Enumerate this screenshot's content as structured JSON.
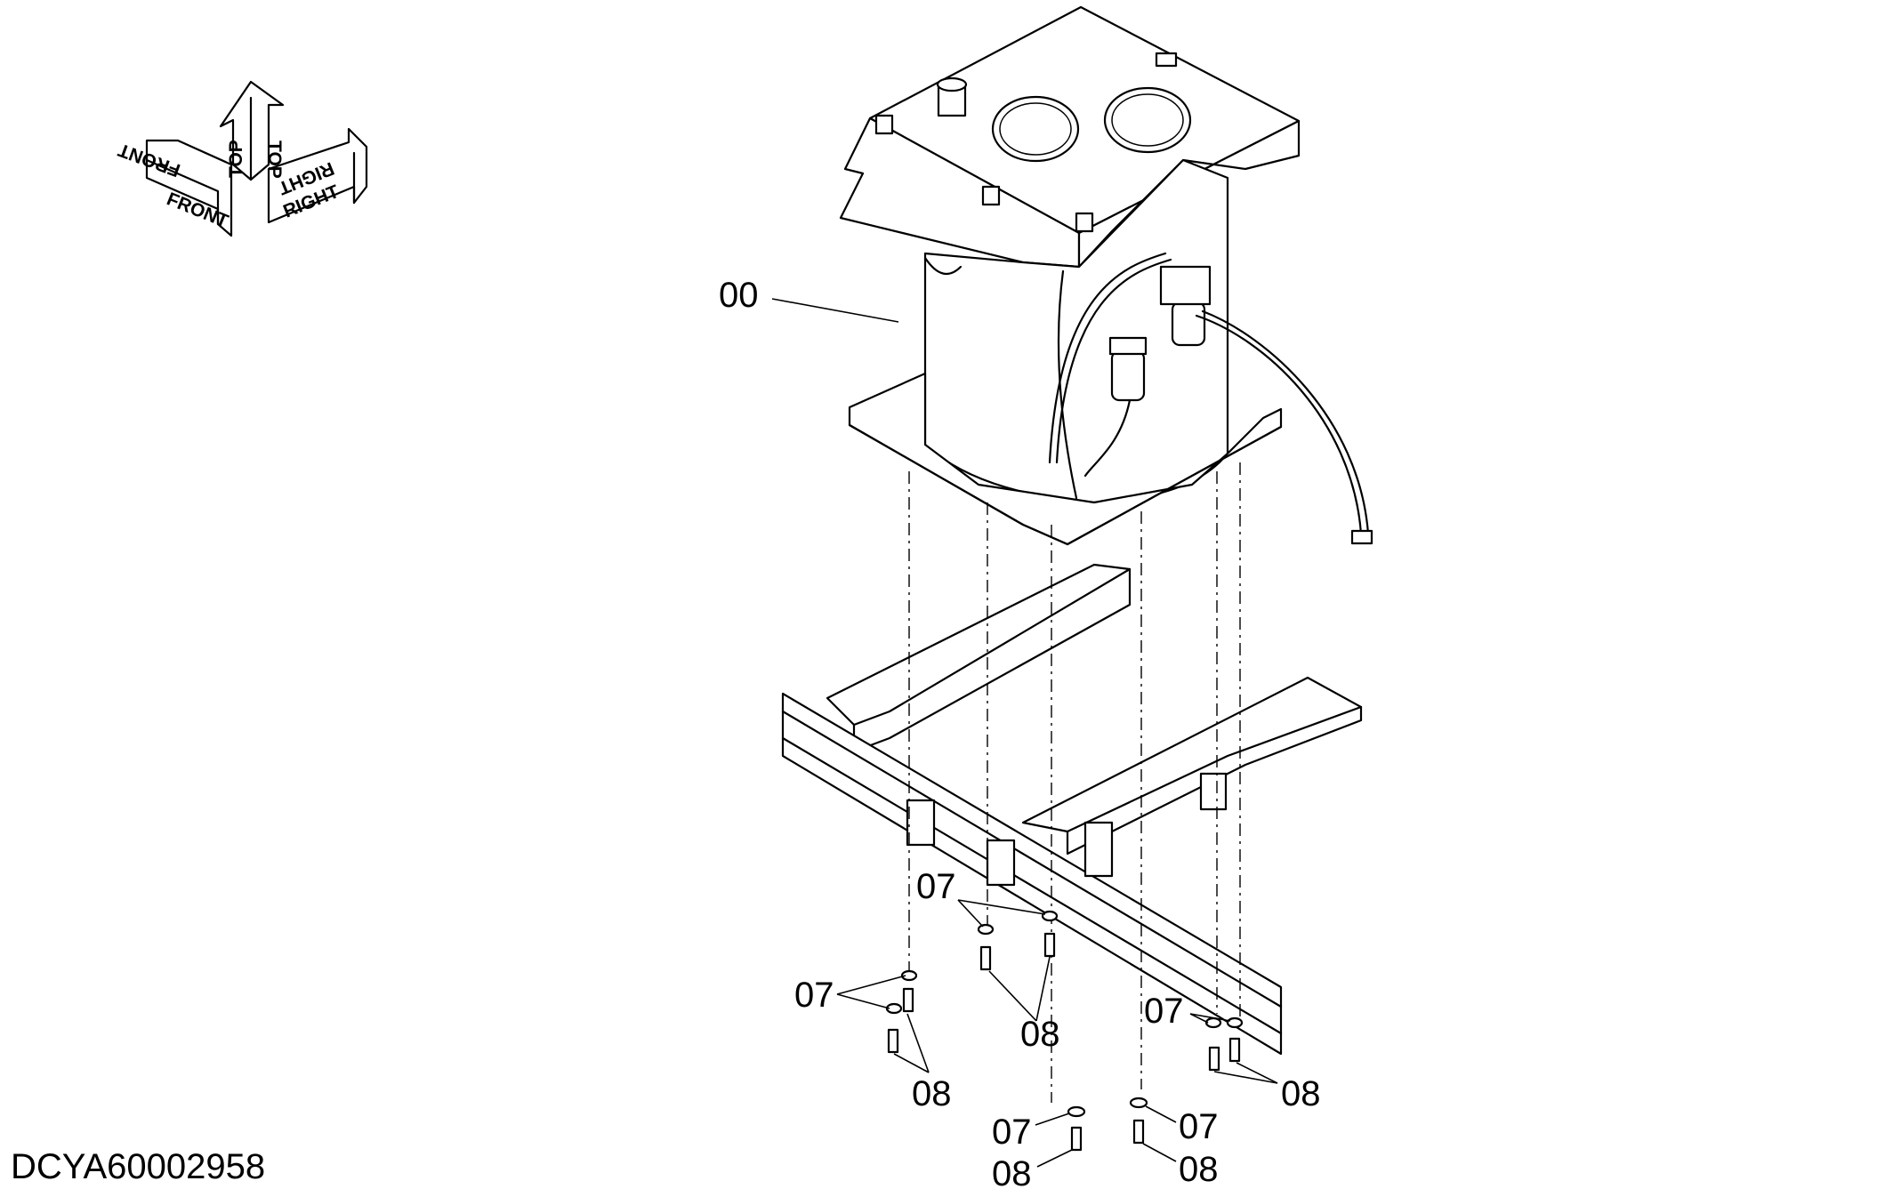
{
  "drawing": {
    "reference_code": "DCYA60002958",
    "orientation_arrows": {
      "front": "FRONT",
      "top": "TOP",
      "right": "RIGHT"
    }
  },
  "callouts": {
    "c00": "00",
    "c07a": "07",
    "c08a": "08",
    "c07b": "07",
    "c08b": "08",
    "c07c": "07",
    "c08c": "08",
    "c07d": "07",
    "c08d": "08",
    "c07e": "07",
    "c08e": "08"
  }
}
